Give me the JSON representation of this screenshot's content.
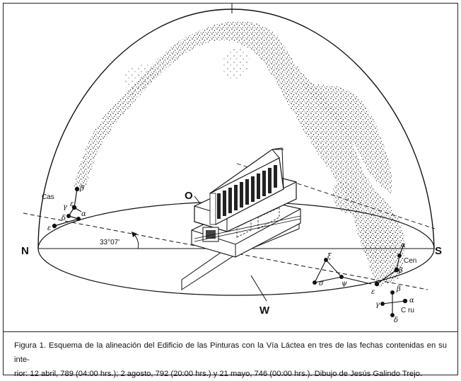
{
  "diagram": {
    "cardinal": {
      "north": "N",
      "south": "S",
      "east": "O",
      "west": "W"
    },
    "angle_label": "33°07'",
    "constellations": {
      "cassiopeia": {
        "label": "Cas",
        "stars": [
          "β",
          "γ",
          "α",
          "δ",
          "ε"
        ]
      },
      "centaurus": {
        "label": "Cen",
        "stars": [
          "α",
          "β"
        ]
      },
      "crux": {
        "label": "C ru",
        "stars": [
          "β",
          "α",
          "γ",
          "δ"
        ]
      },
      "unnamed_asterism": {
        "stars": [
          "ξ",
          "σ",
          "ψ"
        ]
      },
      "other_marks": [
        "ε",
        "ε"
      ]
    }
  },
  "caption": {
    "line1": "Figura 1. Esquema de la alineación del Edificio de las Pinturas con la Vía Láctea en tres de las fechas contenidas en su inte-",
    "line2": "rior: 12 abril, 789 (04:00 hrs.); 2 agosto, 792 (20:00 hrs.) y 21 mayo, 746 (00:00 hrs.). Dibujo de Jesús Galindo Trejo."
  }
}
